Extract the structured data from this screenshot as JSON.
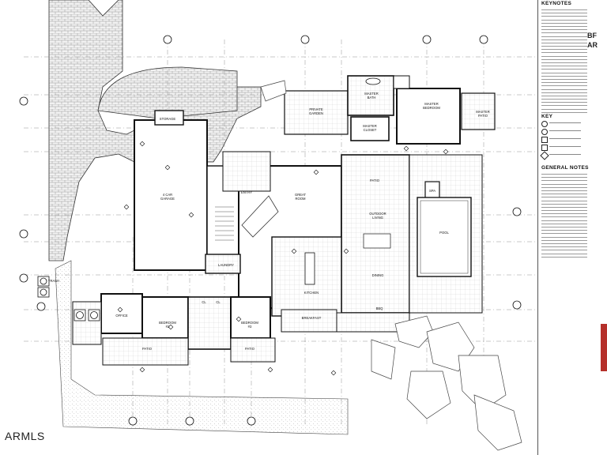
{
  "plan": {
    "rooms": {
      "storage": "STORAGE",
      "garage_line1": "4 CAR",
      "garage_line2": "GARAGE",
      "private_garden_line1": "PRIVATE",
      "private_garden_line2": "GARDEN",
      "master_bath_line1": "MASTER",
      "master_bath_line2": "BATH",
      "master_bedroom_line1": "MASTER",
      "master_bedroom_line2": "BEDROOM",
      "master_patio_line1": "MASTER",
      "master_patio_line2": "PATIO",
      "master_closet_line1": "MASTER",
      "master_closet_line2": "CLOSET",
      "entry": "ENTRY",
      "great_room_line1": "GREAT",
      "great_room_line2": "ROOM",
      "patio_main": "PATIO",
      "outdoor_living_line1": "OUTDOOR",
      "outdoor_living_line2": "LIVING",
      "spa": "SPA",
      "pool": "POOL",
      "dining": "DINING",
      "kitchen": "KITCHEN",
      "laundry": "LAUNDRY",
      "bbq": "BBQ",
      "breakfast": "BREAKFAST",
      "office": "OFFICE",
      "bedroom_2_line1": "BEDROOM",
      "bedroom_2_line2": "#2",
      "bedroom_3_line1": "BEDROOM",
      "bedroom_3_line2": "#3",
      "patio_left": "PATIO",
      "patio_right": "PATIO",
      "closet_a": "CL",
      "closet_b": "CL",
      "trash": "TRASH"
    }
  },
  "sidebar": {
    "keynotes_title": "KEYNOTES",
    "key_title": "KEY",
    "general_notes_title": "GENERAL NOTES"
  },
  "titleblock": {
    "firm_line1": "BF",
    "firm_line2": "AR"
  },
  "watermark": "ARMLS"
}
